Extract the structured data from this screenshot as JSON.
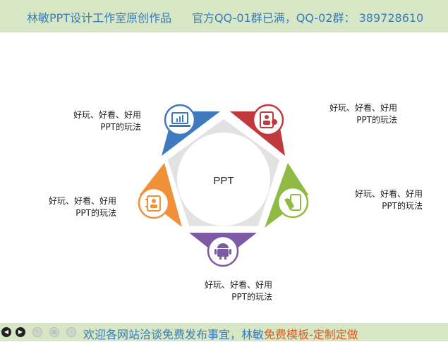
{
  "header": {
    "studio": "林敏PPT设计工作室原创作品",
    "contact": "官方QQ-01群已满，QQ-02群：  389728610"
  },
  "diagram": {
    "center_label": "PPT",
    "segments": [
      {
        "line1": "好玩、好看、好用",
        "line2": "PPT的玩法",
        "color": "#3f79bf",
        "icon": "monitor-chart-icon"
      },
      {
        "line1": "好玩、好看、好用",
        "line2": "PPT的玩法",
        "color": "#c0393c",
        "icon": "presentation-people-icon"
      },
      {
        "line1": "好玩、好看、好用",
        "line2": "PPT的玩法",
        "color": "#8fba43",
        "icon": "tablet-touch-icon"
      },
      {
        "line1": "好玩、好看、好用",
        "line2": "PPT的玩法",
        "color": "#7d5aa6",
        "icon": "android-icon"
      },
      {
        "line1": "好玩、好看、好用",
        "line2": "PPT的玩法",
        "color": "#f0913a",
        "icon": "contact-book-icon"
      }
    ]
  },
  "footer": {
    "message_start": "欢迎各网站洽谈免费发布事宜，林敏",
    "message_highlight": "免费模板-定制定做"
  }
}
